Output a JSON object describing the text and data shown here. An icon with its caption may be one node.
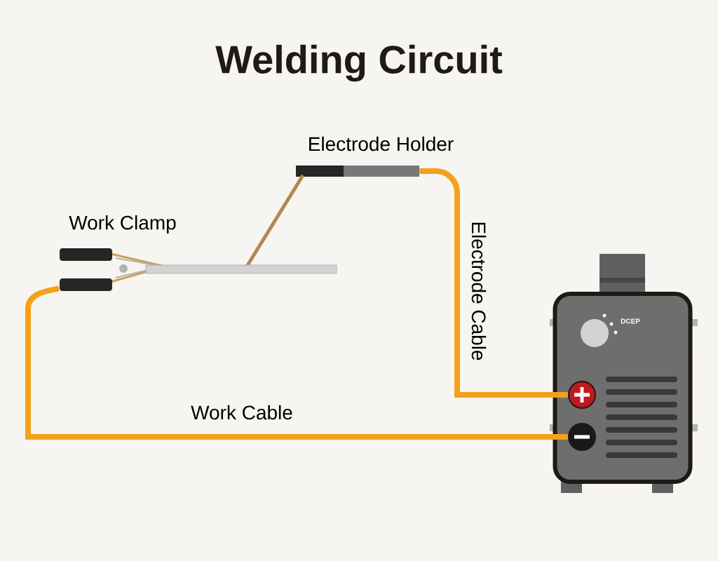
{
  "diagram": {
    "title": "Welding Circuit",
    "nodes": [
      {
        "text": [
          "Electrode Holder"
        ]
      },
      {
        "text": [
          "Work Clamp"
        ]
      },
      {
        "text": [],
        "shape": "bar"
      },
      {
        "text": [
          "DCEP"
        ]
      },
      {
        "text": [],
        "shape": "circle",
        "in": 3
      },
      {
        "text": [],
        "shape": "circle",
        "in": 3
      }
    ],
    "edges": [
      {
        "from": 0,
        "to": 4,
        "arrow": "none",
        "label": "Electrode Cable"
      },
      {
        "from": 1,
        "to": 5,
        "arrow": "none",
        "label": "Work Cable"
      }
    ]
  }
}
